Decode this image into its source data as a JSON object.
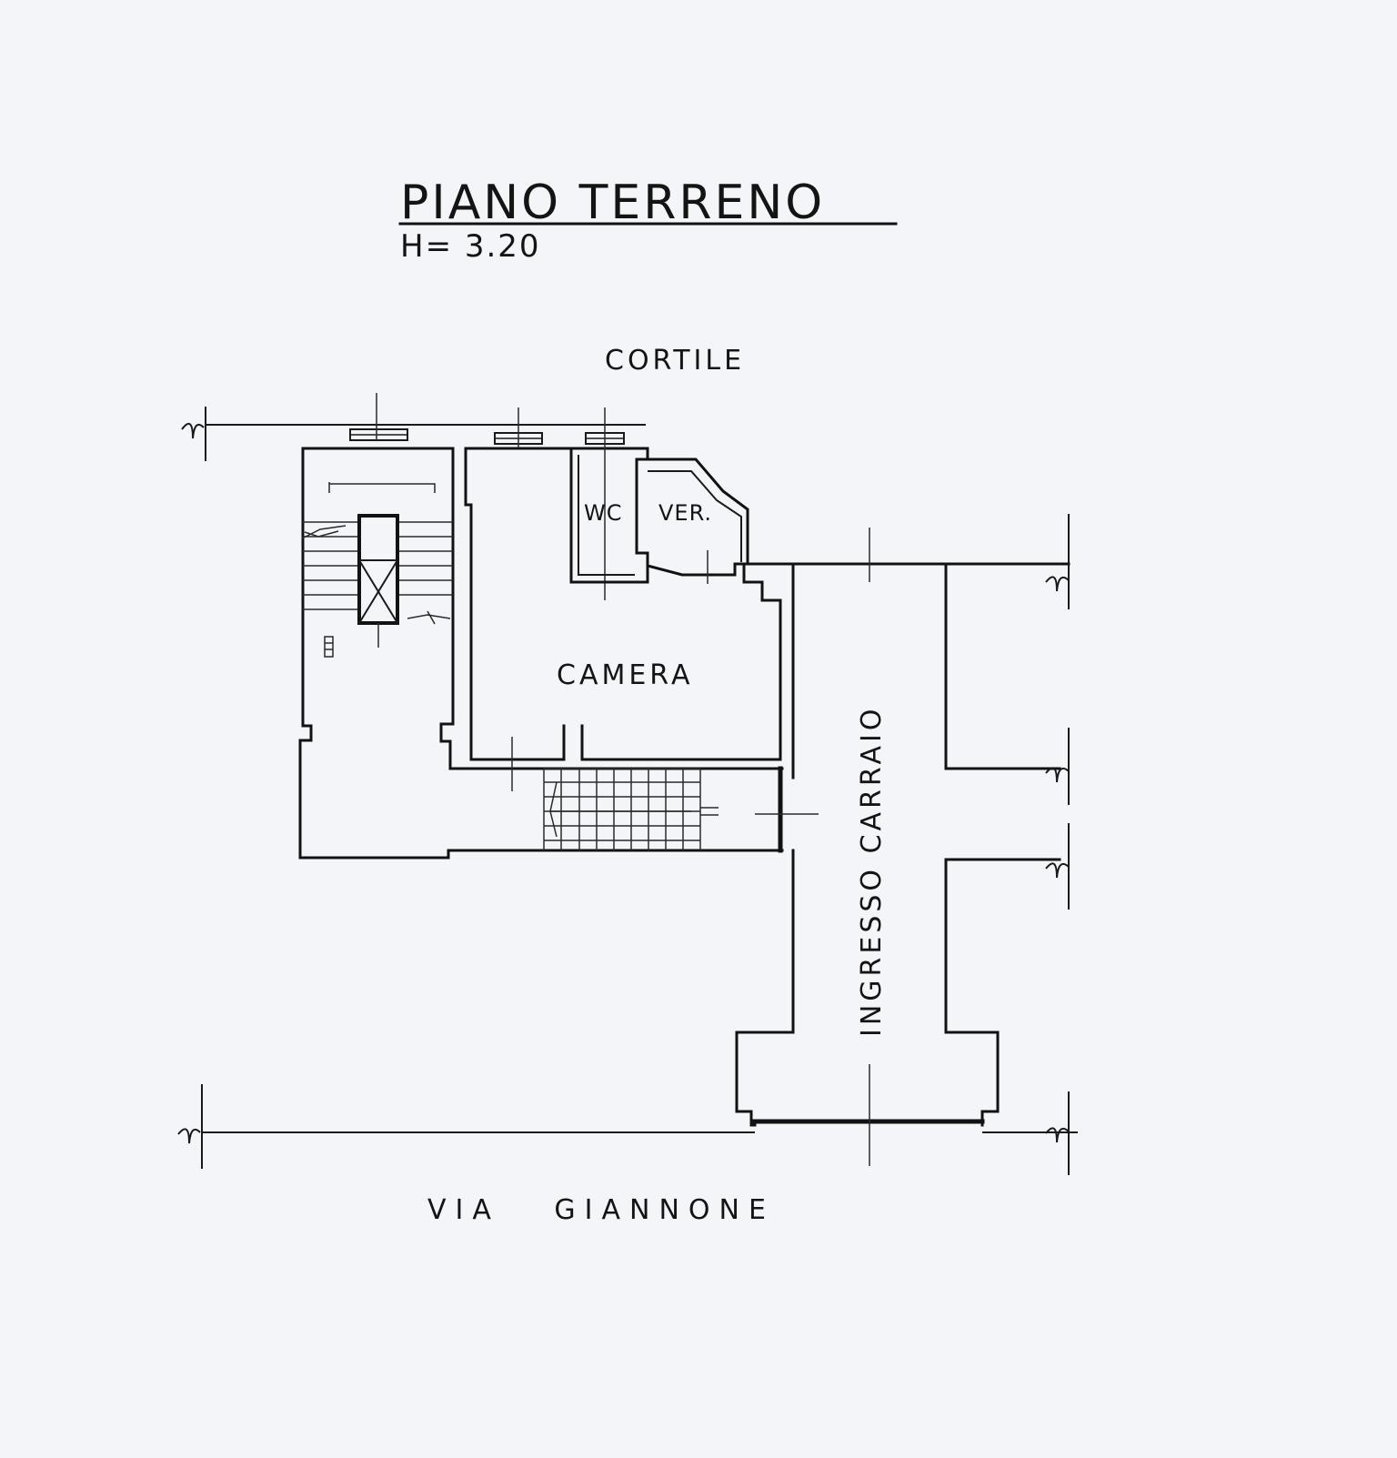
{
  "title": "PIANO TERRENO",
  "height_note": "H= 3.20",
  "labels": {
    "courtyard": "CORTILE",
    "wc": "WC",
    "veranda": "VER.",
    "bedroom": "CAMERA",
    "driveway": "INGRESSO CARRAIO",
    "street": "VIA GIANNONE"
  },
  "colors": {
    "paper": "#f4f5f9",
    "ink": "#141414"
  }
}
